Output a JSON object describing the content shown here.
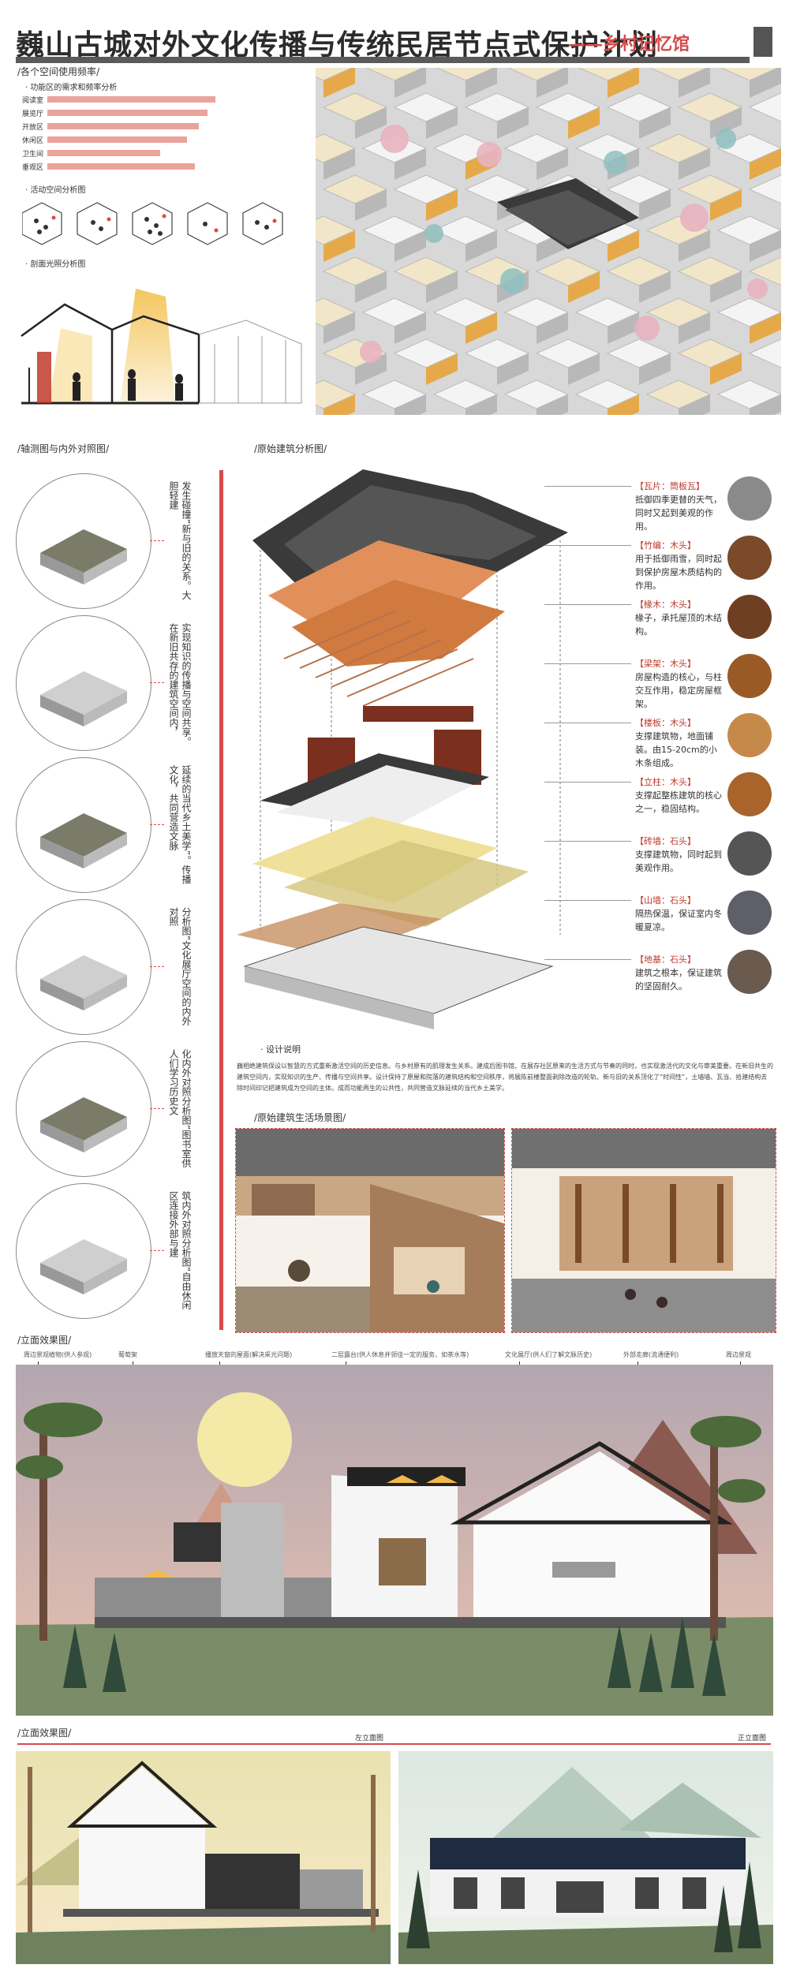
{
  "header": {
    "title": "巍山古城对外文化传播与传统民居节点式保护计划",
    "subtitle": "——乡村记忆馆"
  },
  "usage": {
    "section_title": "各个空间使用频率",
    "sub_title": "· 功能区的需求和频率分析",
    "bars": [
      {
        "label": "阅读室",
        "value": 0.82
      },
      {
        "label": "展览厅",
        "value": 0.78
      },
      {
        "label": "开放区",
        "value": 0.74
      },
      {
        "label": "休闲区",
        "value": 0.68
      },
      {
        "label": "卫生间",
        "value": 0.55
      },
      {
        "label": "垂观区",
        "value": 0.72
      }
    ]
  },
  "flow": {
    "title": "· 活动空间分析图"
  },
  "section_light": {
    "title": "· 剖面光照分析图"
  },
  "axon": {
    "section_title": "轴测图与内外对照图",
    "texts": [
      "发生碰撞”新与旧的关系。大胆轻建",
      "实现知识的传播与空间共享。在新旧共存的建筑空间内，",
      "延续的当代乡土美学”。传播文化，共同营造文脉",
      "分析图”文化展厅空间的内外对照",
      "化内外对照分析图”图书室供人们学习历史文",
      "筑内外对照分析图”自由休闲区连接外部与建"
    ]
  },
  "explode": {
    "section_title": "原始建筑分析图",
    "materials": [
      {
        "title": "【瓦片：筒板瓦】",
        "desc": "抵御四季更替的天气，同时又起到美观的作用。",
        "color": "#8a8a8a"
      },
      {
        "title": "【竹编：木头】",
        "desc": "用于抵御雨雪，同时起到保护房屋木质结构的作用。",
        "color": "#7a4a2a"
      },
      {
        "title": "【椽木：木头】",
        "desc": "椽子，承托屋顶的木结构。",
        "color": "#6e3f22"
      },
      {
        "title": "【梁架：木头】",
        "desc": "房屋构造的核心，与柱交互作用，稳定房屋框架。",
        "color": "#9a5a26"
      },
      {
        "title": "【楼板：木头】",
        "desc": "支撑建筑物，地面铺装。由15-20cm的小木条组成。",
        "color": "#c58a4a"
      },
      {
        "title": "【立柱：木头】",
        "desc": "支撑起整栋建筑的核心之一，稳固结构。",
        "color": "#a8642a"
      },
      {
        "title": "【砖墙：石头】",
        "desc": "支撑建筑物，同时起到美观作用。",
        "color": "#555555"
      },
      {
        "title": "【山墙：石头】",
        "desc": "隔热保温，保证室内冬暖夏凉。",
        "color": "#5d6068"
      },
      {
        "title": "【地基：石头】",
        "desc": "建筑之根本，保证建筑的坚固耐久。",
        "color": "#6b5a4e"
      }
    ],
    "design_title": "· 设计说明",
    "design_text": "巍相绝建筑保设以智慧的方式重新激活空间的历史信息。与乡村原有的肌理发生关系。建成后图书馆、在展存社区原来的生活方式与节奏的同时，也实现激活代的文化与审美重要。在新旧共生的建筑空间内，实现知识的生产、传播与空间共享。设计保持了原屋和院落的建筑结构和空间秩序，将展陈前楼整面剥除改造的轮轨、新与旧的关系顶化了“时间性”，土墙墙、瓦当、拾建结构去除时间印记把建筑成为空间的主体。成而功能再生的公共性，共同营造文脉延续的当代乡土美学。"
  },
  "life": {
    "section_title": "原始建筑生活场景图"
  },
  "elevation": {
    "section_title": "立面效果图",
    "labels": [
      "周边景观植物(供人参观)",
      "葡萄架",
      "播放天窗的屋面(解决采光问题)",
      "二层露台(供人休息并领佳一定的服务、如茶水等)",
      "文化展厅(供人们了解文脉历史)",
      "外部走廊(流通便利)",
      "周边景观"
    ]
  },
  "elevation2": {
    "section_title": "立面效果图",
    "left_label": "左立面图",
    "right_label": "正立面图"
  }
}
